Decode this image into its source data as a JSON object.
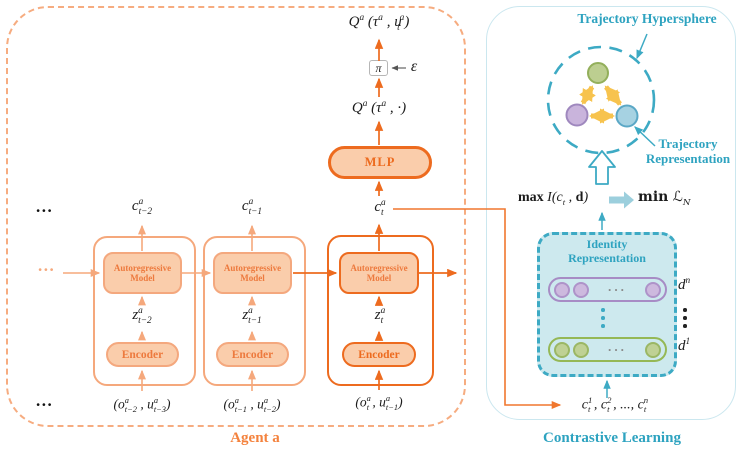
{
  "colors": {
    "orange_dark": "#ED6B1F",
    "orange_mid": "#F0772E",
    "orange_light": "#F5A87C",
    "orange_fill": "#FACDAB",
    "teal": "#2EA3C0",
    "teal_fill": "#CDE9EE",
    "purple": "#A78CC5",
    "green": "#95B855",
    "yellow": "#F7C34E"
  },
  "agent": {
    "label": "Agent a",
    "q_top_html": "Q<sup>a</sup> (τ<sup>a</sup> , u<sub>t</sub><sup>a</sup>)",
    "pi": "π",
    "epsilon": "ε",
    "q_mid_html": "Q<sup>a</sup> (τ<sup>a</sup> , ·)",
    "mlp_label": "MLP",
    "c_t_html": "c<sup>a</sup><sub>t</sub>",
    "ellipsis_top": "...",
    "ellipsis_mid": "...",
    "ellipsis_bottom": "...",
    "columns": [
      {
        "ar_line1": "Autoregressive",
        "ar_line2": "Model",
        "encoder": "Encoder",
        "c_html": "c<sup>a</sup><sub>t−2</sub>",
        "z_html": "z<sup>a</sup><sub>t−2</sub>",
        "input_html": "(o<sup>a</sup><sub>t−2</sub> , u<sup>a</sup><sub>t−3</sub>)"
      },
      {
        "ar_line1": "Autoregressive",
        "ar_line2": "Model",
        "encoder": "Encoder",
        "c_html": "c<sup>a</sup><sub>t−1</sub>",
        "z_html": "z<sup>a</sup><sub>t−1</sub>",
        "input_html": "(o<sup>a</sup><sub>t−1</sub> , u<sup>a</sup><sub>t−2</sub>)"
      },
      {
        "ar_line1": "Autoregressive",
        "ar_line2": "Model",
        "encoder": "Encoder",
        "c_html": "c<sup>a</sup><sub>t</sub>",
        "z_html": "z<sup>a</sup><sub>t</sub>",
        "input_html": "(o<sup>a</sup><sub>t</sub> , u<sup>a</sup><sub>t−1</sub>)"
      }
    ]
  },
  "contrastive": {
    "label": "Contrastive Learning",
    "hypersphere_label": "Trajectory Hypersphere",
    "representation_line1": "Trajectory",
    "representation_line2": "Representation",
    "objective_max_html": "<b>max</b> I(c<sub>t</sub> , <b>d</b>)",
    "objective_min_html": "<b>min</b> ℒ<sub>N</sub>",
    "identity_line1": "Identity",
    "identity_line2": "Representation",
    "d_top_html": "d<sup>n</sup>",
    "d_bottom_html": "d<sup>1</sup>",
    "capsule_dots_top": "···",
    "capsule_dots_bottom": "···",
    "c_list_html": "c<sup>1</sup><sub>t</sub> , c<sup>2</sup><sub>t</sub> , ..., c<sup>n</sup><sub>t</sub>"
  }
}
